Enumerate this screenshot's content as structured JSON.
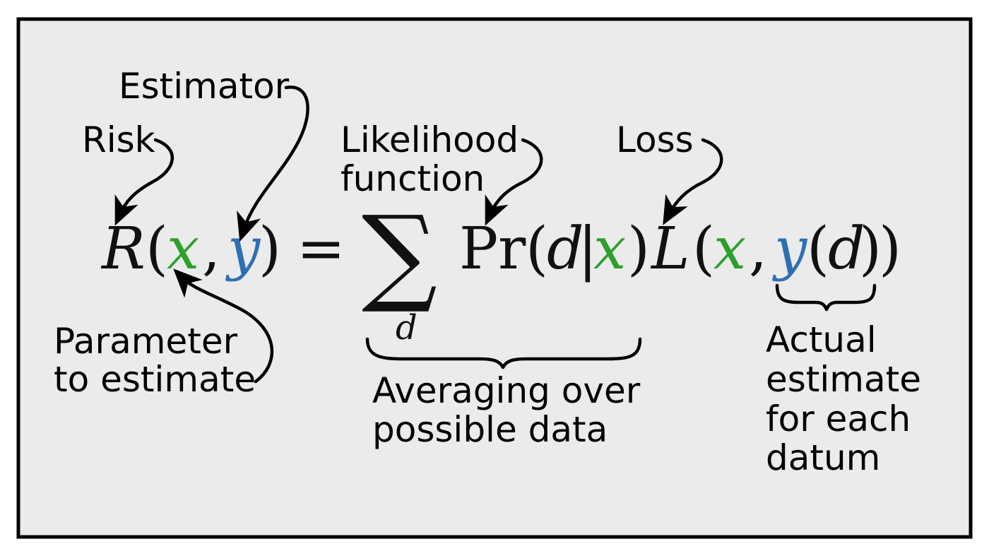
{
  "colors": {
    "background": "#ebebeb",
    "frame": "#000000",
    "parameter_x": "#2ca02c",
    "estimate_y": "#2e6fb4",
    "text": "#111111"
  },
  "labels": {
    "estimator": "Estimator",
    "risk": "Risk",
    "likelihood_line1": "Likelihood",
    "likelihood_line2": "function",
    "loss": "Loss",
    "parameter_line1": "Parameter",
    "parameter_line2": "to estimate",
    "averaging_line1": "Averaging over",
    "averaging_line2": "possible data",
    "actual_line1": "Actual",
    "actual_line2": "estimate",
    "actual_line3": "for each",
    "actual_line4": "datum"
  },
  "equation": {
    "R": "R",
    "open_paren": "(",
    "x": "x",
    "comma": ",",
    "y": "y",
    "close_paren": ")",
    "equals": "=",
    "sum": "∑",
    "sum_index": "d",
    "Pr": "Pr",
    "d": "d",
    "bar": "|",
    "L": "L"
  }
}
